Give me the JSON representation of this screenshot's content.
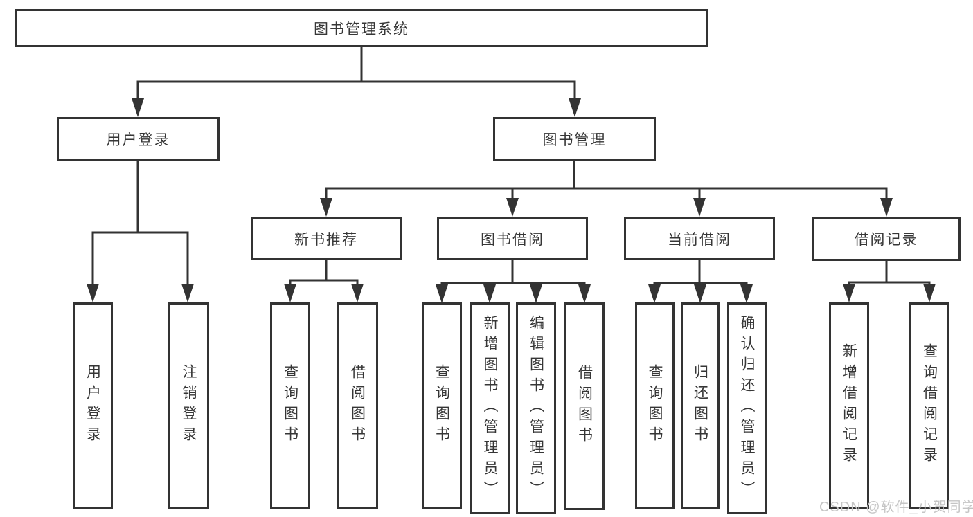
{
  "style": {
    "line_color": "#333333",
    "text_color": "#363636",
    "box_background": "#ffffff",
    "page_background": "#ffffff",
    "watermark_color": "#c5c5c5"
  },
  "nodes": {
    "root": {
      "label": "图书管理系统"
    },
    "user_login": {
      "label": "用户登录",
      "leaves": [
        "用户登录",
        "注销登录"
      ]
    },
    "book_mgmt": {
      "label": "图书管理"
    },
    "new_books": {
      "label": "新书推荐",
      "leaves": [
        "查询图书",
        "借阅图书"
      ]
    },
    "book_borrow": {
      "label": "图书借阅",
      "leaves": [
        "查询图书",
        "新增图书（管理员）",
        "编辑图书（管理员）",
        "借阅图书"
      ]
    },
    "current_borrow": {
      "label": "当前借阅",
      "leaves": [
        "查询图书",
        "归还图书",
        "确认归还（管理员）"
      ]
    },
    "borrow_records": {
      "label": "借阅记录",
      "leaves": [
        "新增借阅记录",
        "查询借阅记录"
      ]
    }
  },
  "watermark": {
    "text": "CSDN @软件_小贺同学"
  }
}
